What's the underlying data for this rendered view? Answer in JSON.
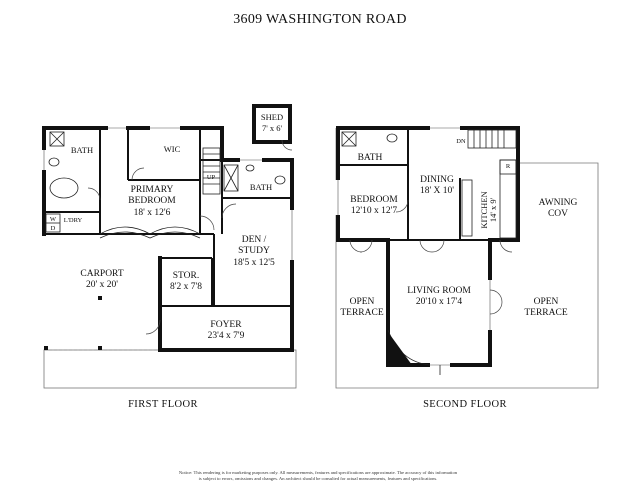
{
  "title": "3609 WASHINGTON ROAD",
  "floors": {
    "first": {
      "label": "FIRST FLOOR",
      "rooms": {
        "shed": {
          "name": "SHED",
          "dims": "7' x 6'"
        },
        "wic": {
          "name": "WIC"
        },
        "bath_left": {
          "name": "BATH"
        },
        "primary_bedroom": {
          "name_line1": "PRIMARY",
          "name_line2": "BEDROOM",
          "dims": "18' x 12'6"
        },
        "bath_right": {
          "name": "BATH"
        },
        "laundry": {
          "name": "L'DRY"
        },
        "washer": "W",
        "dryer": "D",
        "up": "UP",
        "den": {
          "name_line1": "DEN /",
          "name_line2": "STUDY",
          "dims": "18'5 x 12'5"
        },
        "carport": {
          "name": "CARPORT",
          "dims": "20' x 20'"
        },
        "storage": {
          "name": "STOR.",
          "dims": "8'2 x 7'8"
        },
        "foyer": {
          "name": "FOYER",
          "dims": "23'4 x 7'9"
        }
      }
    },
    "second": {
      "label": "SECOND FLOOR",
      "rooms": {
        "bath": {
          "name": "BATH"
        },
        "down": "DN",
        "fridge": "R",
        "dining": {
          "name": "DINING",
          "dims": "18' X 10'"
        },
        "bedroom": {
          "name": "BEDROOM",
          "dims": "12'10 x 12'7"
        },
        "kitchen": {
          "name": "KITCHEN",
          "dims": "14' x 9'"
        },
        "awning": {
          "name_line1": "AWNING",
          "name_line2": "COV"
        },
        "open_terrace_left": {
          "name_line1": "OPEN",
          "name_line2": "TERRACE"
        },
        "living_room": {
          "name": "LIVING ROOM",
          "dims": "20'10 x 17'4"
        },
        "open_terrace_right": {
          "name_line1": "OPEN",
          "name_line2": "TERRACE"
        }
      }
    }
  },
  "notice": {
    "line1": "Notice: This rendering is for marketing purposes only. All measurements, features and specifications are approximate. The accuracy of this information",
    "line2": "is subject to errors, omissions and changes. An architect should be consulted for actual measurements, features and specifications."
  }
}
